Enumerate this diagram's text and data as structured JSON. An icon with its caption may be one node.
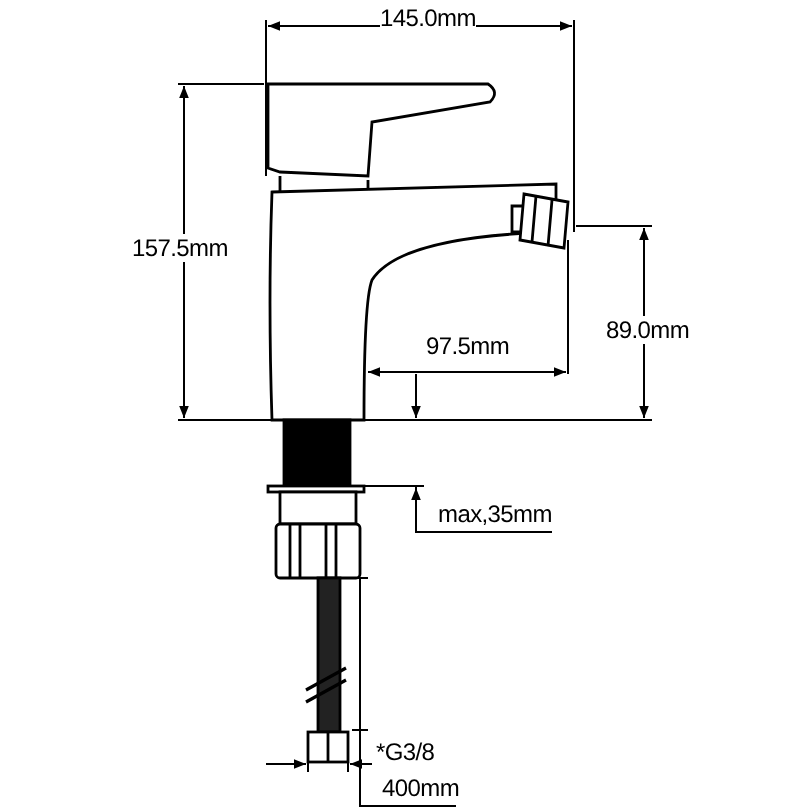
{
  "diagram": {
    "labels": [
      "145.0mm",
      "157.5mm",
      "89.0mm",
      "97.5mm",
      "max,35mm",
      "*G3/8",
      "400mm"
    ]
  }
}
